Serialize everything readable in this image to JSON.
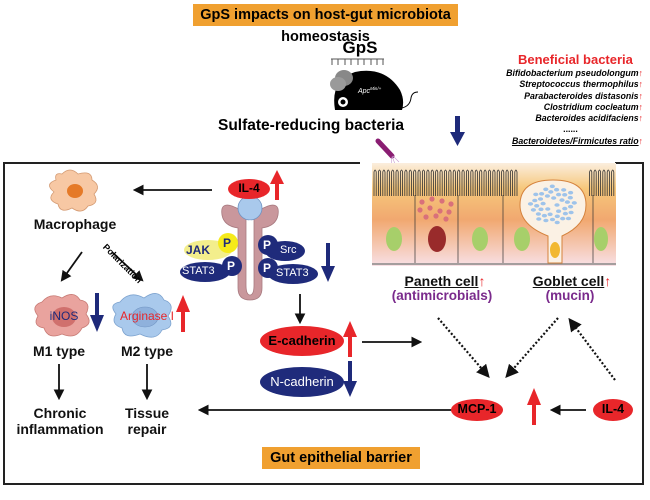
{
  "title": "GpS impacts on host-gut microbiota homeostasis",
  "treatment": "GpS",
  "mouse_label": "Apc",
  "mouse_label_superscript": "Min/+",
  "sulfate_reducing_bacteria": {
    "label": "Sulfate-reducing bacteria",
    "trend": "down"
  },
  "beneficial_bacteria": {
    "title": "Beneficial bacteria",
    "items": [
      {
        "name": "Bifidobacterium pseudolongum",
        "trend": "up"
      },
      {
        "name": "Streptococcus thermophilus",
        "trend": "up"
      },
      {
        "name": "Parabacteroides distasonis",
        "trend": "up"
      },
      {
        "name": "Clostridium cocleatum",
        "trend": "up"
      },
      {
        "name": "Bacteroides acidifaciens",
        "trend": "up"
      }
    ],
    "ellipsis": "......",
    "ratio": {
      "name": "Bacteroidetes/Firmicutes ratio",
      "trend": "up"
    }
  },
  "macrophage": {
    "label": "Macrophage",
    "polarization_label": "Polarization"
  },
  "m1": {
    "marker": "iNOS",
    "label": "M1 type",
    "trend": "down",
    "outcome": [
      "Chronic",
      "inflammation"
    ]
  },
  "m2": {
    "marker": "Arginase I",
    "label": "M2 type",
    "trend": "up",
    "outcome": [
      "Tissue",
      "repair"
    ]
  },
  "receptor": {
    "ligand": {
      "label": "IL-4",
      "trend": "up"
    },
    "jak": "JAK",
    "src": "Src",
    "stat3_left": "STAT3",
    "stat3_right": "STAT3",
    "phospho": "P",
    "src_stat3_trend": "down"
  },
  "e_cadherin": {
    "label": "E-cadherin",
    "trend": "up"
  },
  "n_cadherin": {
    "label": "N-cadherin",
    "trend": "down"
  },
  "paneth": {
    "label": "Paneth cell",
    "product": "(antimicrobials)",
    "trend": "up"
  },
  "goblet": {
    "label": "Goblet cell",
    "product": "(mucin)",
    "trend": "up"
  },
  "mcp1": {
    "label": "MCP-1",
    "trend": "up"
  },
  "il4_right": {
    "label": "IL-4"
  },
  "barrier_label": "Gut epithelial barrier",
  "colors": {
    "up": "#e8262a",
    "down": "#1e2a7a",
    "highlight": "#f0a030",
    "red_oval": "#e8262a",
    "navy_oval": "#1f2b7b",
    "purple_text": "#7a2a8c"
  },
  "arrow_glyph_up": "↑"
}
